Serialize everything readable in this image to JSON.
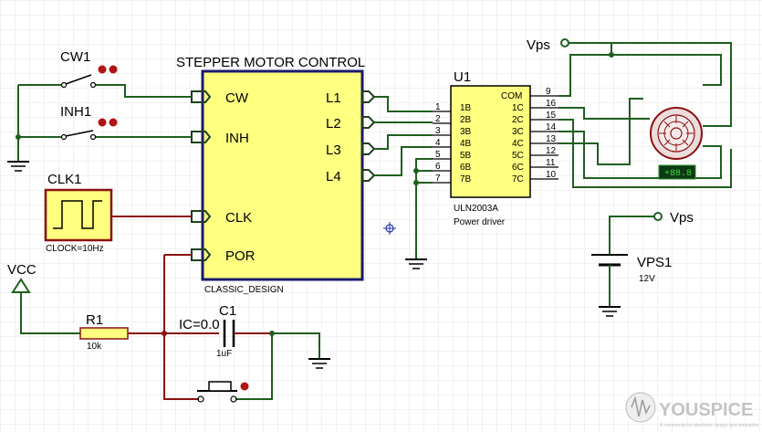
{
  "main_ic": {
    "title": "STEPPER MOTOR CONTROL",
    "caption": "CLASSIC_DESIGN",
    "inputs": [
      "CW",
      "INH",
      "CLK",
      "POR"
    ],
    "outputs": [
      "L1",
      "L2",
      "L3",
      "L4"
    ],
    "fill_color": "#ffff80",
    "border_color": "#1a1a6e"
  },
  "driver": {
    "ref": "U1",
    "part": "ULN2003A",
    "desc": "Power driver",
    "left_pins": [
      "1",
      "2",
      "3",
      "4",
      "5",
      "6",
      "7"
    ],
    "left_labels": [
      "1B",
      "2B",
      "3B",
      "4B",
      "5B",
      "6B",
      "7B"
    ],
    "right_labels": [
      "COM",
      "1C",
      "2C",
      "3C",
      "4C",
      "5C",
      "6C",
      "7C"
    ],
    "right_pins": [
      "9",
      "16",
      "15",
      "14",
      "13",
      "12",
      "11",
      "10"
    ]
  },
  "switches": {
    "cw": "CW1",
    "inh": "INH1"
  },
  "clock": {
    "ref": "CLK1",
    "caption": "CLOCK=10Hz"
  },
  "vcc": "VCC",
  "resistor": {
    "ref": "R1",
    "value": "10k"
  },
  "capacitor": {
    "ref": "C1",
    "ic": "IC=0.0",
    "value": "1uF"
  },
  "supply": {
    "net": "Vps",
    "ref": "VPS1",
    "value": "12V"
  },
  "motor_display": "+88.8",
  "watermark": {
    "name": "YOUSPICE",
    "tagline": "A community for electronic design and simulation"
  },
  "colors": {
    "wire": "#1f5f1f",
    "red_wire": "#8b1010",
    "grid": "#e3e3e3",
    "ic_fill": "#ffff80"
  }
}
